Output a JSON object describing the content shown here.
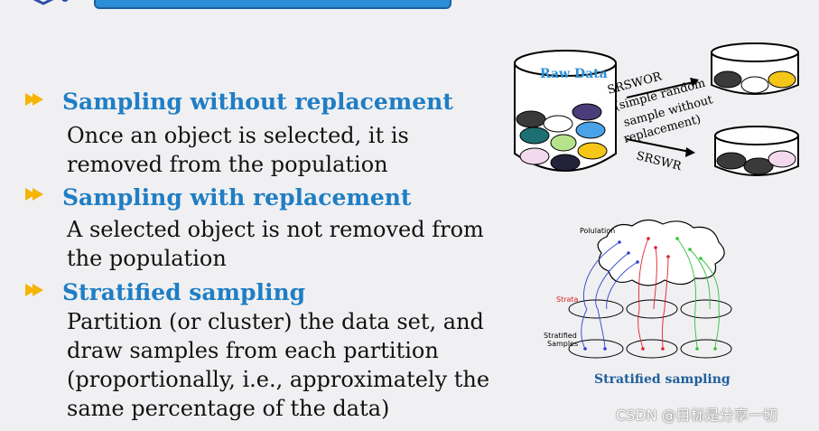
{
  "items": [
    {
      "heading": "Sampling without replacement",
      "text": "Once an object is selected, it is removed from the population"
    },
    {
      "heading": "Sampling with replacement",
      "text": "A selected object is not removed from the population"
    },
    {
      "heading": "Stratified sampling",
      "text": "Partition (or cluster) the data set, and draw samples from each partition (proportionally, i.e., approximately the same percentage of the data)"
    }
  ],
  "figure_random": {
    "raw_label": "Raw Data",
    "srswor": "SRSWOR",
    "srswor_note_1": "(simple random",
    "srswor_note_2": "sample without",
    "srswor_note_3": "replacement)",
    "srswr": "SRSWR"
  },
  "figure_stratified": {
    "population": "Polulation",
    "strata": "Strata",
    "stratified_1": "Stratified",
    "stratified_2": "Samples",
    "caption": "Stratified sampling"
  },
  "watermark": "CSDN @目标是分享一切"
}
